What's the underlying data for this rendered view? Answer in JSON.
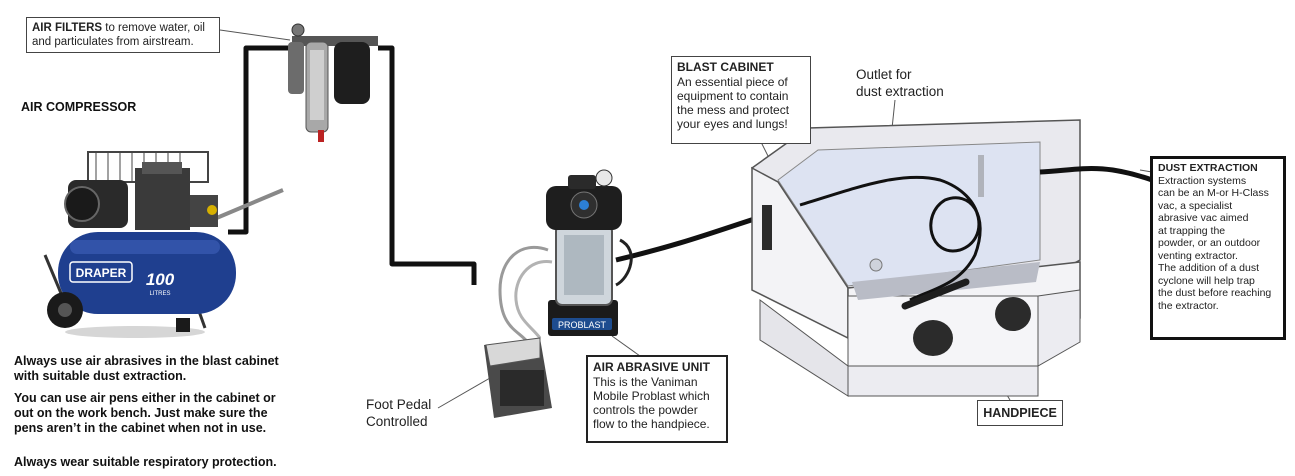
{
  "labels": {
    "air_filters_title": "AIR FILTERS",
    "air_filters_text_1": "to remove water, oil",
    "air_filters_text_2": "and particulates from airstream.",
    "air_compressor": "AIR COMPRESSOR",
    "blast_cabinet_title": "BLAST CABINET",
    "blast_cabinet_lines": [
      "An essential piece of",
      "equipment to contain",
      "the mess and protect",
      "your eyes and lungs!"
    ],
    "outlet_lines": [
      "Outlet for",
      "dust extraction"
    ],
    "dust_extraction_title": "DUST EXTRACTION",
    "dust_extraction_lines": [
      "Extraction systems",
      "can be an M-or H-Class",
      "vac, a specialist",
      "abrasive vac aimed",
      "at trapping the",
      "powder, or an outdoor",
      "venting extractor.",
      "The addition of a dust",
      "cyclone will help trap",
      "the dust before reaching",
      "the extractor."
    ],
    "air_abrasive_title": "AIR ABRASIVE UNIT",
    "air_abrasive_lines": [
      "This is the Vaniman",
      "Mobile Problast which",
      "controls the powder",
      "flow to the handpiece."
    ],
    "foot_pedal_lines": [
      "Foot Pedal",
      "Controlled"
    ],
    "handpiece": "HANDPIECE"
  },
  "notes": {
    "note_1_lines": [
      "Always use air abrasives in the blast cabinet",
      "with suitable dust extraction."
    ],
    "note_2_lines": [
      "You can use air pens either in the cabinet or",
      "out on the work bench. Just make sure the",
      "pens aren’t in the cabinet when not in use."
    ],
    "note_3": "Always wear suitable respiratory protection."
  },
  "product_text": {
    "compressor_brand": "DRAPER",
    "compressor_capacity": "100",
    "compressor_unit": "LITRES",
    "unit_brand": "PROBLAST"
  },
  "colors": {
    "compressor_blue": "#1f3f8f",
    "hose_black": "#111111",
    "cabinet_glass": "#dde3f2",
    "cabinet_frame": "#e9e9ee"
  }
}
